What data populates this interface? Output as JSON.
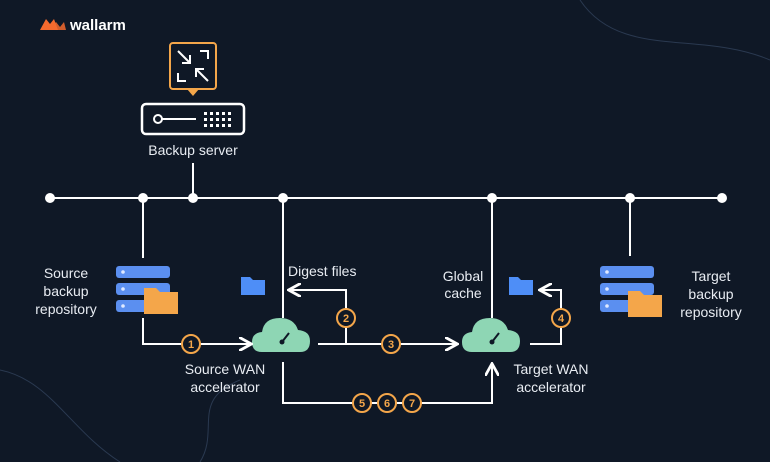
{
  "brand": {
    "name": "wallarm"
  },
  "labels": {
    "backup_server": "Backup server",
    "source_repo": [
      "Source",
      "backup",
      "repository"
    ],
    "target_repo": [
      "Target",
      "backup",
      "repository"
    ],
    "digest_files": "Digest files",
    "global_cache": [
      "Global",
      "cache"
    ],
    "source_wan": [
      "Source WAN",
      "accelerator"
    ],
    "target_wan": [
      "Target WAN",
      "accelerator"
    ]
  },
  "steps": [
    "1",
    "2",
    "3",
    "4",
    "5",
    "6",
    "7"
  ],
  "colors": {
    "background": "#0f1826",
    "accent_orange": "#f4a64a",
    "cloud_green": "#8ed6b4",
    "server_blue": "#5b8ff0",
    "folder_blue": "#4e8ef7",
    "line": "#ffffff"
  }
}
